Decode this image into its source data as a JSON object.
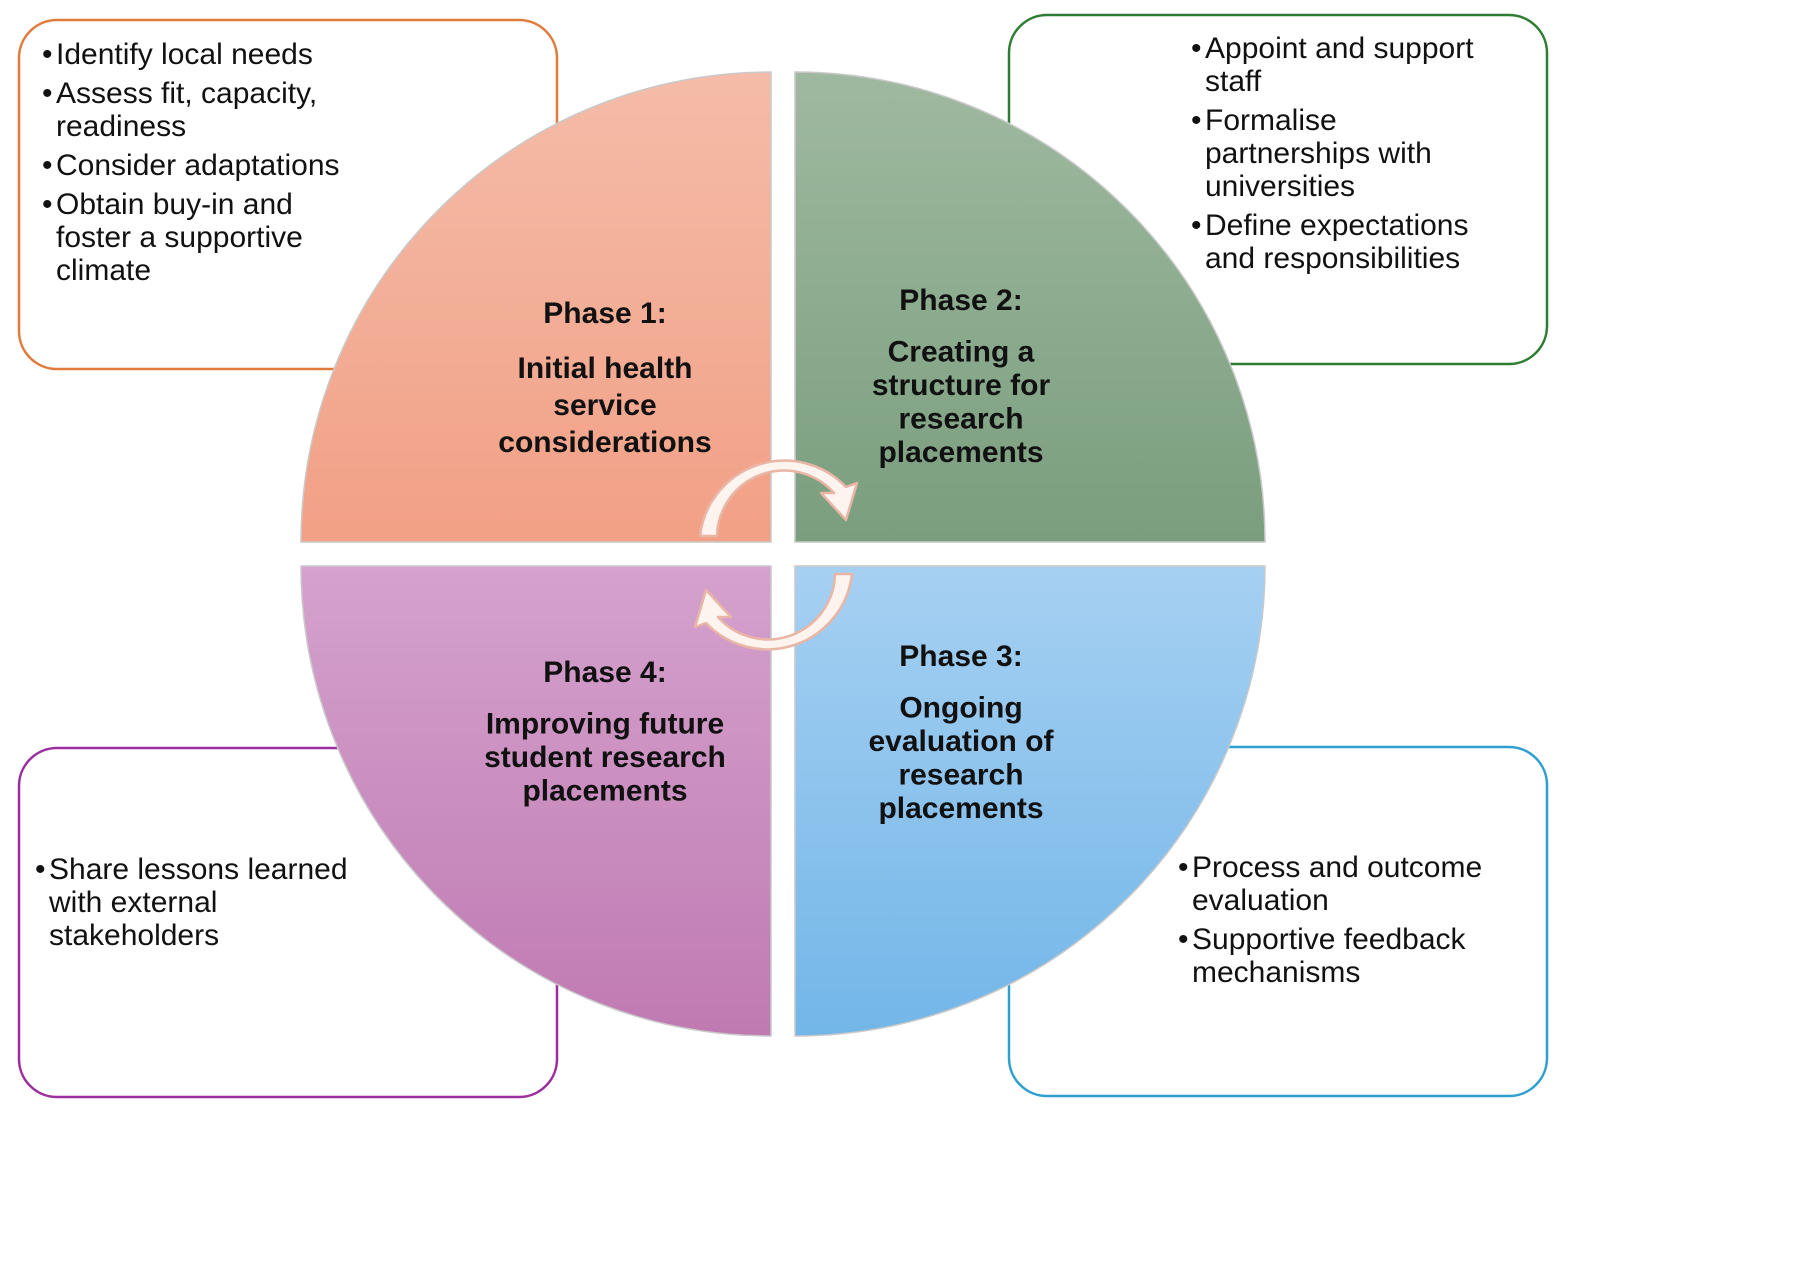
{
  "phases": [
    {
      "id": "phase1",
      "heading": "Phase 1:",
      "title": [
        "Initial health",
        "service",
        "considerations"
      ],
      "bullets": [
        [
          "Identify local needs"
        ],
        [
          "Assess fit, capacity,",
          "readiness"
        ],
        [
          "Consider adaptations"
        ],
        [
          "Obtain buy-in and",
          "foster a supportive",
          "climate"
        ]
      ],
      "colors": {
        "fill_top": "#f4bca8",
        "fill_bottom": "#f2a086",
        "border": "#e07b3c"
      }
    },
    {
      "id": "phase2",
      "heading": "Phase 2:",
      "title": [
        "Creating a",
        "structure for",
        "research",
        "placements"
      ],
      "bullets": [
        [
          "Appoint and support",
          "staff"
        ],
        [
          "Formalise",
          "partnerships with",
          "universities"
        ],
        [
          "Define expectations",
          "and responsibilities"
        ]
      ],
      "colors": {
        "fill_top": "#9fb9a0",
        "fill_bottom": "#7a9e7e",
        "border": "#2e7d32"
      }
    },
    {
      "id": "phase3",
      "heading": "Phase 3:",
      "title": [
        "Ongoing",
        "evaluation of",
        "research",
        "placements"
      ],
      "bullets": [
        [
          "Process and outcome",
          "evaluation"
        ],
        [
          "Supportive feedback",
          "mechanisms"
        ]
      ],
      "colors": {
        "fill_top": "#a6d0f2",
        "fill_bottom": "#72b6e8",
        "border": "#2e9fcf"
      }
    },
    {
      "id": "phase4",
      "heading": "Phase 4:",
      "title": [
        "Improving future",
        "student research",
        "placements"
      ],
      "bullets": [
        [
          "Share lessons learned",
          "with external",
          "stakeholders"
        ]
      ],
      "colors": {
        "fill_top": "#d4a2cd",
        "fill_bottom": "#c07ab2",
        "border": "#9c2fa0"
      }
    }
  ],
  "bullet_glyph": "•",
  "arrow_colors": {
    "fill": "#fdf3ef",
    "stroke": "#e9b5a5"
  }
}
